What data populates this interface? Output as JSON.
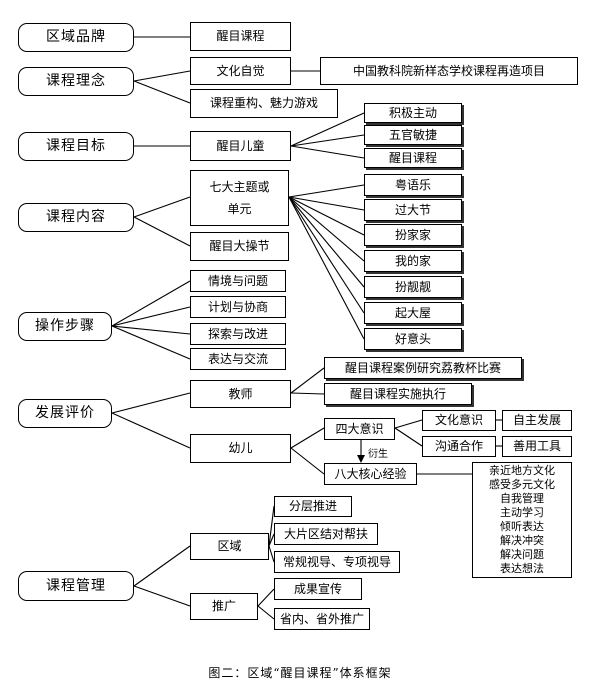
{
  "categories": {
    "brand": "区域品牌",
    "concept": "课程理念",
    "goal": "课程目标",
    "content": "课程内容",
    "steps": "操作步骤",
    "evaluation": "发展评价",
    "management": "课程管理"
  },
  "brand": {
    "xingmu_course": "醒目课程"
  },
  "concept": {
    "cultural_awareness": "文化自觉",
    "project": "中国教科院新样态学校课程再造项目",
    "reconstruct": "课程重构、魅力游戏"
  },
  "goal": {
    "xingmu_children": "醒目儿童",
    "children_traits": [
      "积极主动",
      "五官敏捷",
      "醒目课程"
    ]
  },
  "content": {
    "seven_themes_line1": "七大主题或",
    "seven_themes_line2": "单元",
    "big_festival": "醒目大操节",
    "themes": [
      "粤语乐",
      "过大节",
      "扮家家",
      "我的家",
      "扮靓靓",
      "起大屋",
      "好意头"
    ]
  },
  "steps": {
    "items": [
      "情境与问题",
      "计划与协商",
      "探索与改进",
      "表达与交流"
    ]
  },
  "evaluation": {
    "teacher": "教师",
    "teacher_items": [
      "醒目课程案例研究荔教杯比赛",
      "醒目课程实施执行"
    ],
    "child": "幼儿",
    "four_awareness": "四大意识",
    "derive": "衍生",
    "eight_core": "八大核心经验",
    "cultural_sense": "文化意识",
    "communication": "沟通合作",
    "self_development": "自主发展",
    "use_tools": "善用工具",
    "core_list": [
      "亲近地方文化",
      "感受多元文化",
      "自我管理",
      "主动学习",
      "倾听表达",
      "解决冲突",
      "解决问题",
      "表达想法"
    ]
  },
  "management": {
    "region": "区域",
    "region_items": [
      "分层推进",
      "大片区结对帮扶",
      "常规视导、专项视导"
    ],
    "promotion": "推广",
    "promotion_items": [
      "成果宣传",
      "省内、省外推广"
    ]
  },
  "caption": "图二：区域“醒目课程”体系框架"
}
